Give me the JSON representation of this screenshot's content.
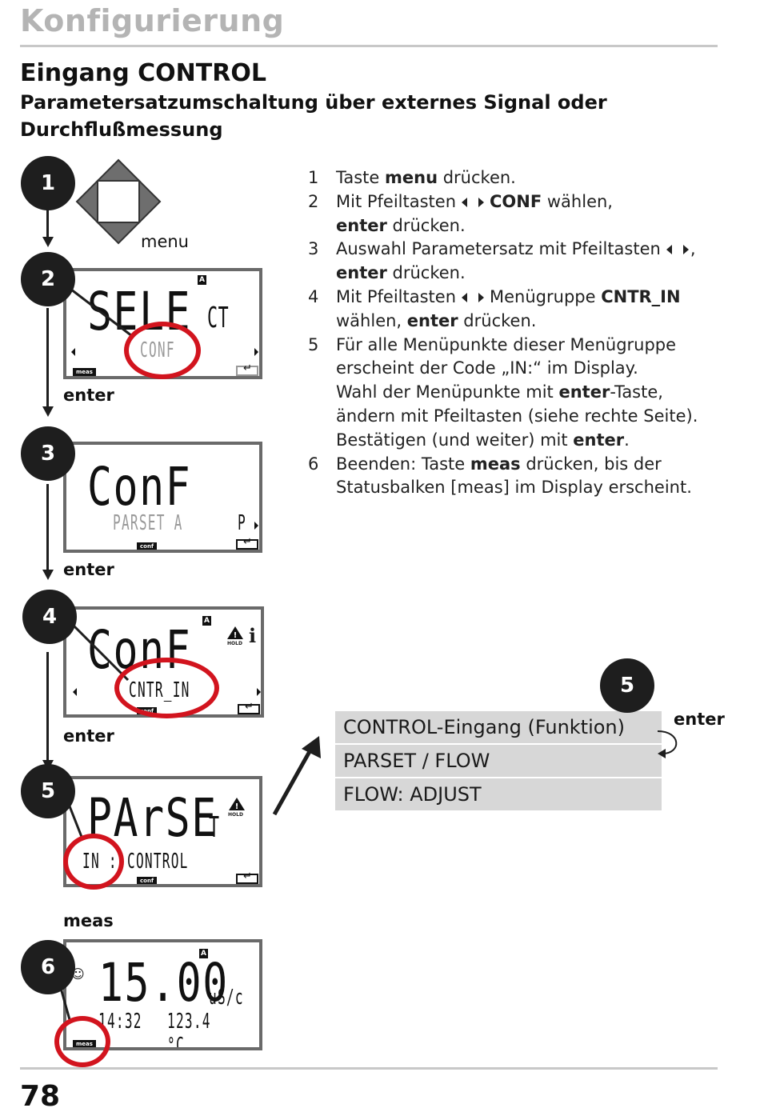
{
  "header": {
    "section_title": "Konfigurierung"
  },
  "heading": {
    "title": "Eingang CONTROL",
    "subtitle_line1": "Parametersatzumschaltung über externes Signal oder",
    "subtitle_line2": "Durchflußmessung"
  },
  "keypad": {
    "label": "menu"
  },
  "steps": [
    {
      "number": "1"
    },
    {
      "number": "2",
      "label_after": "enter",
      "display": {
        "main": "SELE",
        "small_main": "CT",
        "sub": "CONF",
        "tag": "meas",
        "indicator": "A"
      }
    },
    {
      "number": "3",
      "label_after": "enter",
      "display": {
        "main": "ConF",
        "sub": "PARSET A",
        "sub_right": "P",
        "tag": "conf"
      }
    },
    {
      "number": "4",
      "label_after": "enter",
      "display": {
        "main": "ConF",
        "sub": "CNTR_IN",
        "tag": "conf",
        "indicator": "A",
        "hold": "HOLD",
        "info": "i"
      }
    },
    {
      "number": "5",
      "label_before_next": "meas",
      "display": {
        "main": "PArSE",
        "small_main": "T",
        "sub_left": "IN :",
        "sub": "CONTROL",
        "tag": "conf",
        "hold": "HOLD"
      }
    },
    {
      "number": "6",
      "display": {
        "main": "15.00",
        "unit": "uS/c",
        "sub_left": "14:32",
        "sub": "123.4 °C",
        "tag": "meas",
        "indicator": "A"
      }
    }
  ],
  "instructions": [
    {
      "num": "1",
      "parts": [
        "Taste ",
        "menu",
        " drücken."
      ]
    },
    {
      "num": "2",
      "parts": [
        "Mit Pfeiltasten",
        "CONF",
        " wählen,"
      ],
      "line2": [
        "enter",
        " drücken."
      ]
    },
    {
      "num": "3",
      "parts": [
        "Auswahl Parametersatz mit Pfeiltasten",
        ","
      ],
      "line2": [
        "enter",
        " drücken."
      ]
    },
    {
      "num": "4",
      "parts": [
        "Mit Pfeiltasten",
        "Menügruppe ",
        "CNTR_IN"
      ],
      "line2": [
        "wählen, ",
        "enter",
        " drücken."
      ]
    },
    {
      "num": "5",
      "lines": [
        "Für alle Menüpunkte dieser Menügruppe",
        "erscheint der Code „IN:“ im Display."
      ],
      "line3": [
        "Wahl der Menüpunkte mit ",
        "enter",
        "-Taste,"
      ],
      "line4": "ändern mit Pfeiltasten (siehe rechte Seite).",
      "line5": [
        "Bestätigen (und weiter) mit ",
        "enter",
        "."
      ]
    },
    {
      "num": "6",
      "parts": [
        "Beenden: Taste ",
        "meas",
        " drücken, bis der"
      ],
      "line2_plain": "Statusbalken [meas] im Display erscheint."
    }
  ],
  "menu_group": {
    "step_number": "5",
    "enter_label": "enter",
    "items": [
      "CONTROL-Eingang (Funktion)",
      "PARSET / FLOW",
      "FLOW: ADJUST"
    ]
  },
  "footer": {
    "page_number": "78"
  },
  "colors": {
    "highlight_ring": "#d2141e",
    "menu_bg": "#d7d7d7",
    "title_gray": "#b4b4b4"
  }
}
